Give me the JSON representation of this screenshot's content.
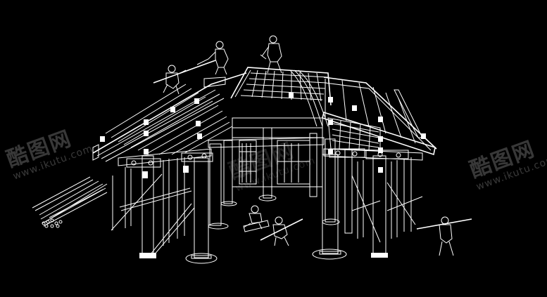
{
  "watermarks": [
    {
      "brand": "酷图网",
      "url": "www.ikutu.com"
    },
    {
      "brand": "酷图网",
      "url": "www.ikutu.com"
    },
    {
      "brand": "酷图网",
      "url": "www.ikutu.com"
    }
  ],
  "colors": {
    "background": "#000000",
    "line": "#ffffff"
  }
}
